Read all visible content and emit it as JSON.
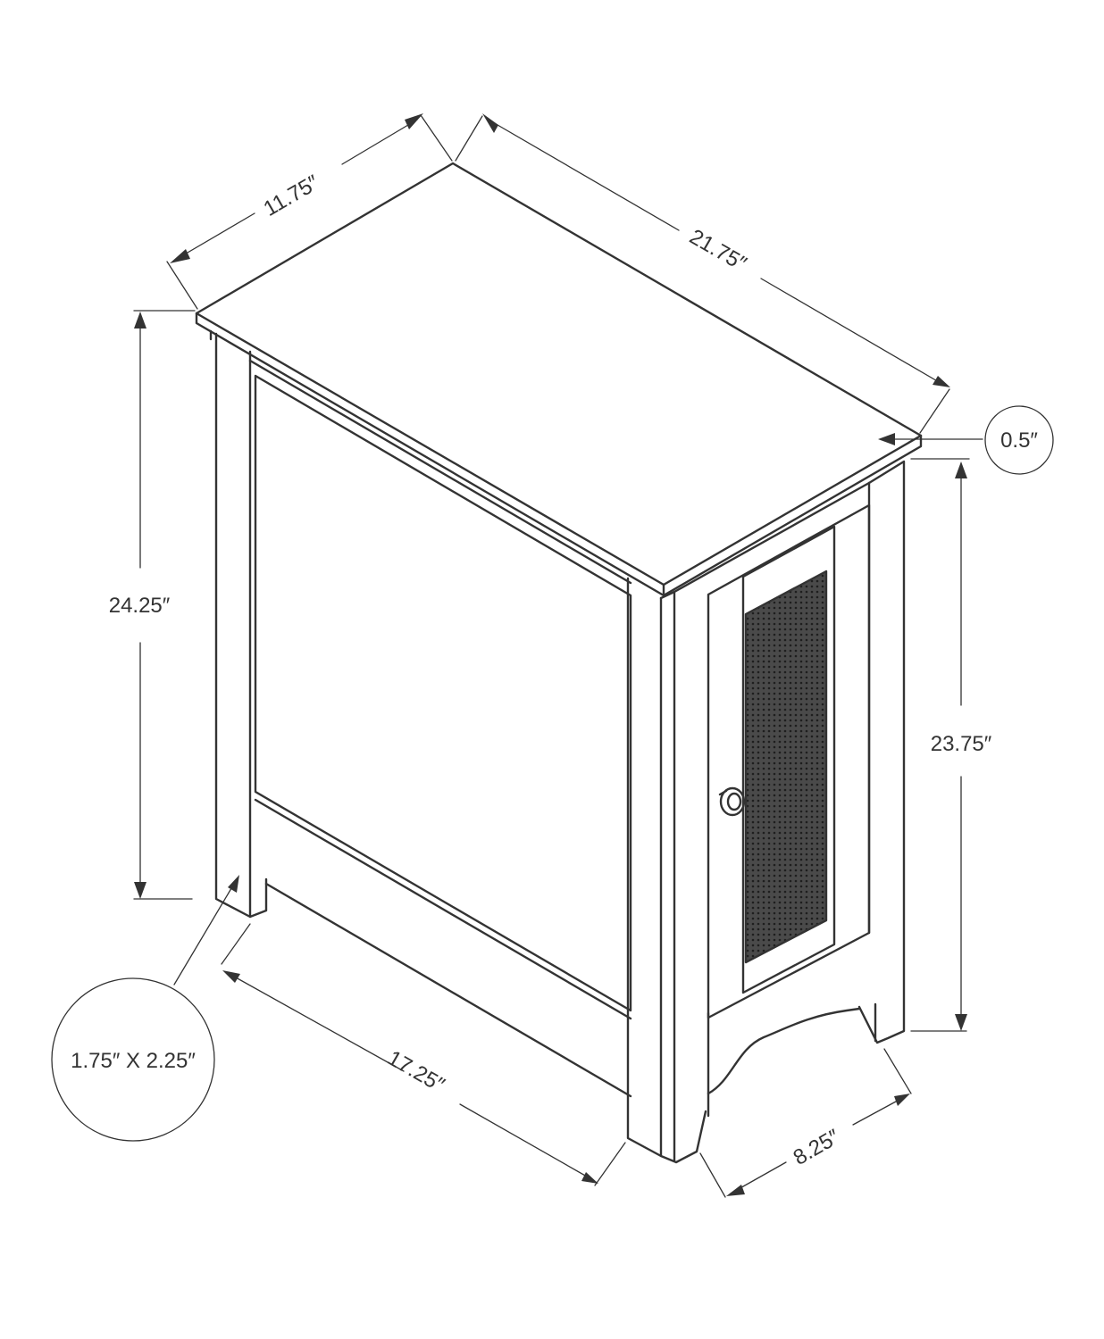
{
  "dimensions": {
    "top_depth": "11.75″",
    "top_width": "21.75″",
    "top_thickness": "0.5″",
    "overall_height": "24.25″",
    "leg_height": "23.75″",
    "base_width": "17.25″",
    "base_depth": "8.25″",
    "leg_size": "1.75″ X 2.25″"
  },
  "colors": {
    "line": "#333333",
    "background": "#ffffff",
    "mesh": "#3a3a3a"
  }
}
